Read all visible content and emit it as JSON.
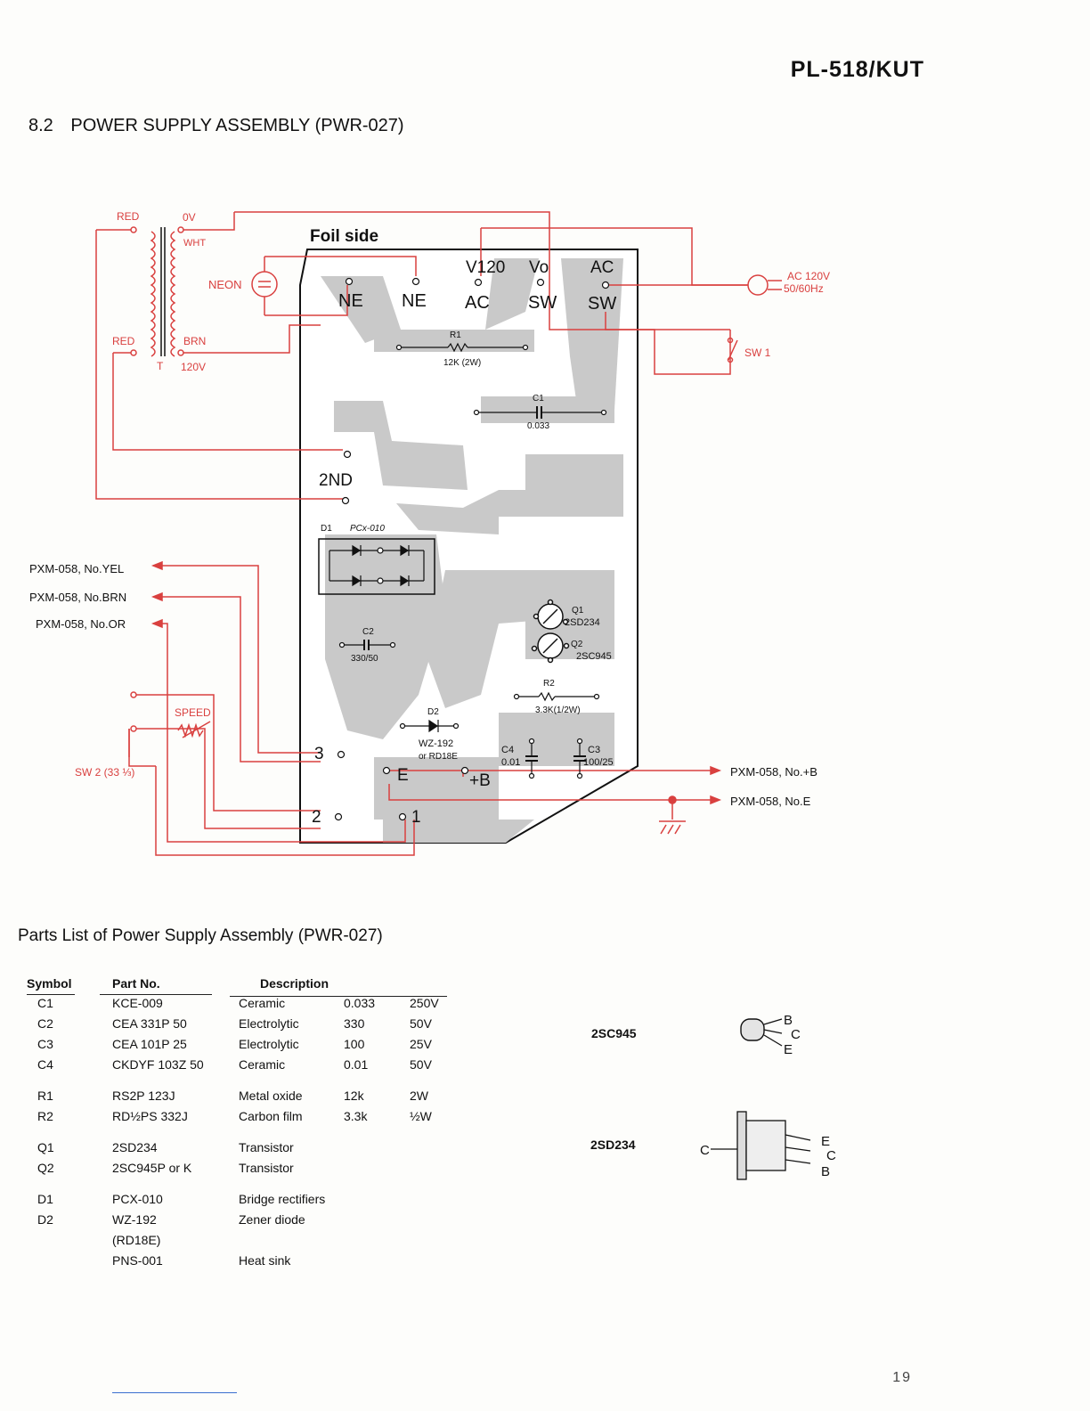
{
  "header": {
    "model": "PL-518/KUT"
  },
  "section": {
    "number": "8.2",
    "title": "POWER SUPPLY ASSEMBLY",
    "code": "(PWR-027)"
  },
  "diagram": {
    "foil_side": "Foil side",
    "transformer": {
      "red_top": "RED",
      "zero_v": "0V",
      "wht": "WHT",
      "red_bottom": "RED",
      "brn": "BRN",
      "t": "T",
      "v120": "120V"
    },
    "neon": "NEON",
    "terminals": {
      "ne1": "NE",
      "ne2": "NE",
      "v120": "V120",
      "vo": "Vo",
      "ac": "AC",
      "ac_top": "AC",
      "sw1": "SW",
      "sw2": "SW",
      "gnd2": "2ND",
      "t3": "3",
      "t2": "2",
      "t1": "1",
      "e": "E",
      "b": "+B"
    },
    "r1": {
      "name": "R1",
      "value": "12K (2W)"
    },
    "c1": {
      "name": "C1",
      "value": "0.033"
    },
    "d1": {
      "name": "D1",
      "part": "PCx-010"
    },
    "q1": {
      "name": "Q1",
      "part": "2SD234"
    },
    "q2": {
      "name": "Q2",
      "part": "2SC945"
    },
    "c2": {
      "name": "C2",
      "value": "330/50"
    },
    "r2": {
      "name": "R2",
      "value": "3.3K(1/2W)"
    },
    "d2": {
      "name": "D2",
      "part1": "WZ-192",
      "part2": "or RD18E"
    },
    "c4": {
      "name": "C4",
      "value": "0.01"
    },
    "c3": {
      "name": "C3",
      "value": "100/25"
    },
    "ac_in": {
      "line1": "AC 120V",
      "line2": "50/60Hz"
    },
    "sw1": "SW 1",
    "sw2": "SW 2 (33 ⅓)",
    "speed": "SPEED",
    "pxm": {
      "yel": "PXM-058, No.YEL",
      "brn": "PXM-058, No.BRN",
      "or": "PXM-058, No.OR",
      "b": "PXM-058, No.+B",
      "e": "PXM-058, No.E"
    }
  },
  "parts_list": {
    "title": "Parts List of Power Supply Assembly",
    "code": "(PWR-027)",
    "headers": {
      "symbol": "Symbol",
      "part_no": "Part No.",
      "description": "Description"
    },
    "groups": [
      [
        {
          "symbol": "C1",
          "part_no": "KCE-009",
          "description": "Ceramic",
          "v1": "0.033",
          "v2": "250V"
        },
        {
          "symbol": "C2",
          "part_no": "CEA 331P 50",
          "description": "Electrolytic",
          "v1": "330",
          "v2": "50V"
        },
        {
          "symbol": "C3",
          "part_no": "CEA 101P 25",
          "description": "Electrolytic",
          "v1": "100",
          "v2": "25V"
        },
        {
          "symbol": "C4",
          "part_no": "CKDYF 103Z 50",
          "description": "Ceramic",
          "v1": "0.01",
          "v2": "50V"
        }
      ],
      [
        {
          "symbol": "R1",
          "part_no": "RS2P 123J",
          "description": "Metal oxide",
          "v1": "12k",
          "v2": "2W"
        },
        {
          "symbol": "R2",
          "part_no": "RD½PS 332J",
          "description": "Carbon film",
          "v1": "3.3k",
          "v2": "½W"
        }
      ],
      [
        {
          "symbol": "Q1",
          "part_no": "2SD234",
          "description": "Transistor",
          "v1": "",
          "v2": ""
        },
        {
          "symbol": "Q2",
          "part_no": "2SC945P or K",
          "description": "Transistor",
          "v1": "",
          "v2": ""
        }
      ],
      [
        {
          "symbol": "D1",
          "part_no": "PCX-010",
          "description": "Bridge rectifiers",
          "v1": "",
          "v2": ""
        },
        {
          "symbol": "D2",
          "part_no": "WZ-192",
          "description": "Zener diode",
          "v1": "",
          "v2": ""
        },
        {
          "symbol": "",
          "part_no": "(RD18E)",
          "description": "",
          "v1": "",
          "v2": ""
        },
        {
          "symbol": "",
          "part_no": "PNS-001",
          "description": "Heat sink",
          "v1": "",
          "v2": ""
        }
      ]
    ]
  },
  "transistors": {
    "t2sc945": {
      "label": "2SC945",
      "b": "B",
      "c": "C",
      "e": "E"
    },
    "t2sd234": {
      "label": "2SD234",
      "c_left": "C",
      "e": "E",
      "c": "C",
      "b": "B"
    }
  },
  "page_number": "19",
  "colors": {
    "wire": "#d9403f",
    "pcb": "#c8c8c8",
    "ink": "#111111"
  }
}
